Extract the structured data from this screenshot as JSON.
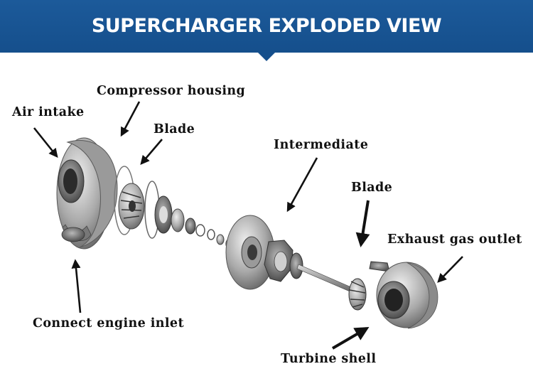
{
  "header": {
    "title": "SUPERCHARGER EXPLODED VIEW",
    "color": "#1a5796"
  },
  "labels": {
    "air_intake": "Air intake",
    "compressor_housing": "Compressor housing",
    "blade_left": "Blade",
    "intermediate": "Intermediate",
    "blade_right": "Blade",
    "exhaust_gas_outlet": "Exhaust gas outlet",
    "connect_engine_inlet": "Connect  engine  inlet",
    "turbine_shell": "Turbine shell"
  }
}
